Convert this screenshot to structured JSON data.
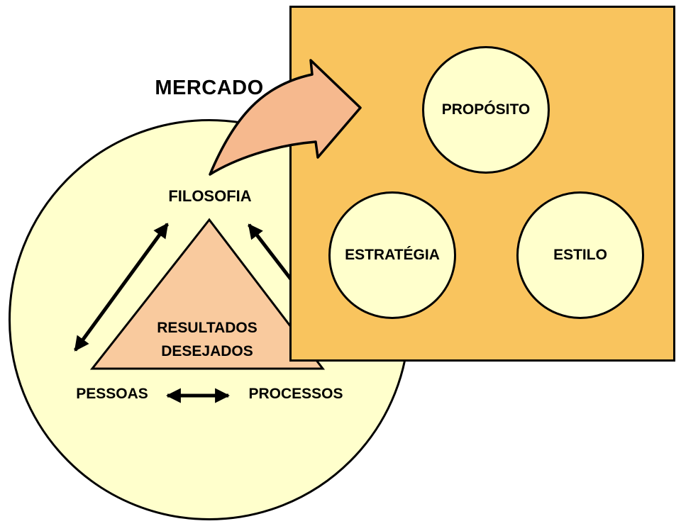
{
  "diagram": {
    "market_label": "MERCADO",
    "triangle": {
      "top_label": "FILOSOFIA",
      "center_label_line1": "RESULTADOS",
      "center_label_line2": "DESEJADOS",
      "bottom_left_label": "PESSOAS",
      "bottom_right_label": "PROCESSOS"
    },
    "square": {
      "circles": [
        {
          "label": "PROPÓSITO"
        },
        {
          "label": "ESTRATÉGIA"
        },
        {
          "label": "ESTILO"
        }
      ]
    },
    "colors": {
      "pale_yellow": "#FFFFCC",
      "orange": "#F9C45E",
      "triangle_peach": "#F9CA9E",
      "arrow_peach": "#F6B98E",
      "outline": "#000000"
    }
  }
}
